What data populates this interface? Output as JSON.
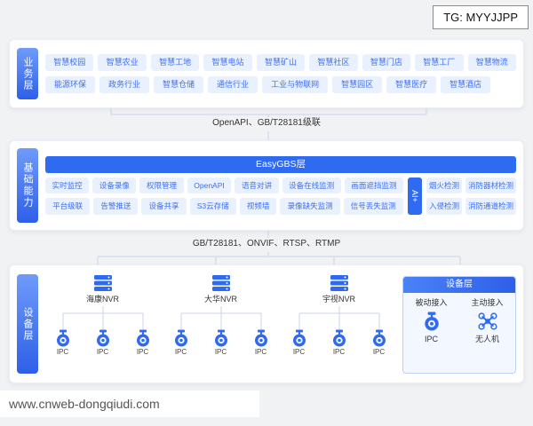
{
  "tg_badge": "TG: MYYJJPP",
  "watermark": "www.cnweb-dongqiudi.com",
  "connectors": {
    "top_label": "OpenAPI、GB/T28181级联",
    "bottom_label": "GB/T28181、ONVIF、RTSP、RTMP"
  },
  "business_layer": {
    "tab": "业务层",
    "row1": [
      "智慧校园",
      "智慧农业",
      "智慧工地",
      "智慧电站",
      "智慧矿山",
      "智慧社区",
      "智慧门店",
      "智慧工厂",
      "智慧物流"
    ],
    "row2": [
      "能源环保",
      "政务行业",
      "智慧仓储",
      "通信行业",
      "工业与物联网",
      "智慧园区",
      "智慧医疗",
      "智慧酒店"
    ]
  },
  "capability_layer": {
    "tab": "基础能力",
    "header": "EasyGBS层",
    "row1": [
      "实时监控",
      "设备录像",
      "权限管理",
      "OpenAPI",
      "语音对讲",
      "设备在线监测",
      "画面遮挡监测"
    ],
    "row2": [
      "平台级联",
      "告警推送",
      "设备共享",
      "S3云存储",
      "视频墙",
      "录像缺失监测",
      "信号丢失监测"
    ],
    "ai_badge": "AI+",
    "ai_row1": [
      "烟火检测",
      "消防器材检测"
    ],
    "ai_row2": [
      "入侵检测",
      "消防通道检测"
    ]
  },
  "device_layer": {
    "tab": "设备层",
    "nvr_groups": [
      {
        "name": "海康NVR",
        "cameras": [
          "IPC",
          "IPC",
          "IPC"
        ]
      },
      {
        "name": "大华NVR",
        "cameras": [
          "IPC",
          "IPC",
          "IPC"
        ]
      },
      {
        "name": "宇视NVR",
        "cameras": [
          "IPC",
          "IPC",
          "IPC"
        ]
      }
    ],
    "access_box": {
      "header": "设备层",
      "col1_label": "被动接入",
      "col2_label": "主动接入",
      "col1_item": "IPC",
      "col2_item": "无人机"
    }
  },
  "colors": {
    "accent": "#2f6bf0",
    "pill_bg": "#e9f0fe",
    "pill_text": "#3f6ff0",
    "line": "#c8d3e8"
  }
}
